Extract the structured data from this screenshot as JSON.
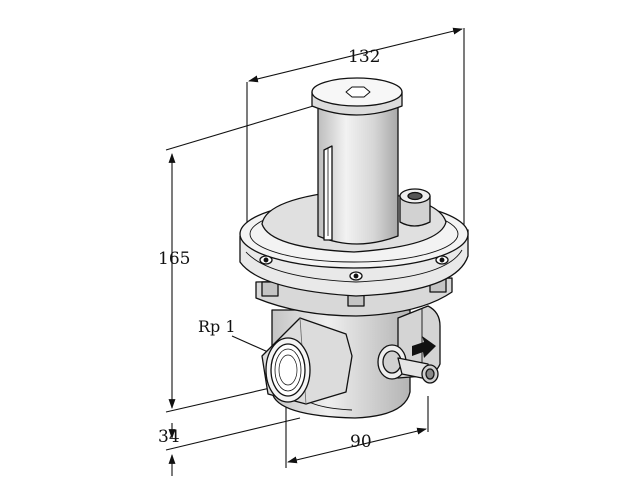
{
  "drawing": {
    "dimensions": {
      "width_top": "132",
      "height": "165",
      "base_offset": "34",
      "depth": "90"
    },
    "callouts": {
      "thread": "Rp 1"
    },
    "colors": {
      "ink": "#111111",
      "shade_light": "#e6e6e6",
      "shade_mid": "#c8c8c8",
      "shade_dark": "#9a9a9a",
      "paper": "#ffffff"
    }
  }
}
